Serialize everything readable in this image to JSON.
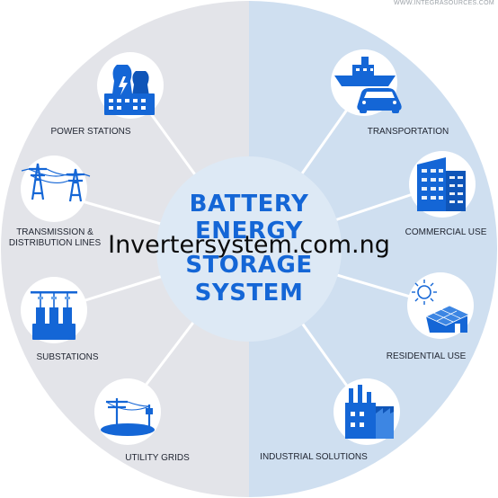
{
  "source": "WWW.INTEGRASOURCES.COM",
  "center_title": [
    "BATTERY",
    "ENERGY",
    "STORAGE",
    "SYSTEM"
  ],
  "watermark": "Invertersystem.com.ng",
  "left_items": [
    {
      "label": "POWER STATIONS",
      "icon": "power-station-icon"
    },
    {
      "label": "TRANSMISSION &",
      "label2": "DISTRIBUTION LINES",
      "icon": "transmission-tower-icon"
    },
    {
      "label": "SUBSTATIONS",
      "icon": "substation-icon"
    },
    {
      "label": "UTILITY GRIDS",
      "icon": "utility-pole-icon"
    }
  ],
  "right_items": [
    {
      "label": "TRANSPORTATION",
      "icon": "ship-car-icon"
    },
    {
      "label": "COMMERCIAL USE",
      "icon": "office-building-icon"
    },
    {
      "label": "RESIDENTIAL USE",
      "icon": "solar-house-icon"
    },
    {
      "label": "INDUSTRIAL SOLUTIONS",
      "icon": "factory-icon"
    }
  ],
  "colors": {
    "left_bg": "#e3e4e9",
    "right_bg": "#cfdff0",
    "accent": "#1466d6",
    "hub": "#dde9f5"
  }
}
